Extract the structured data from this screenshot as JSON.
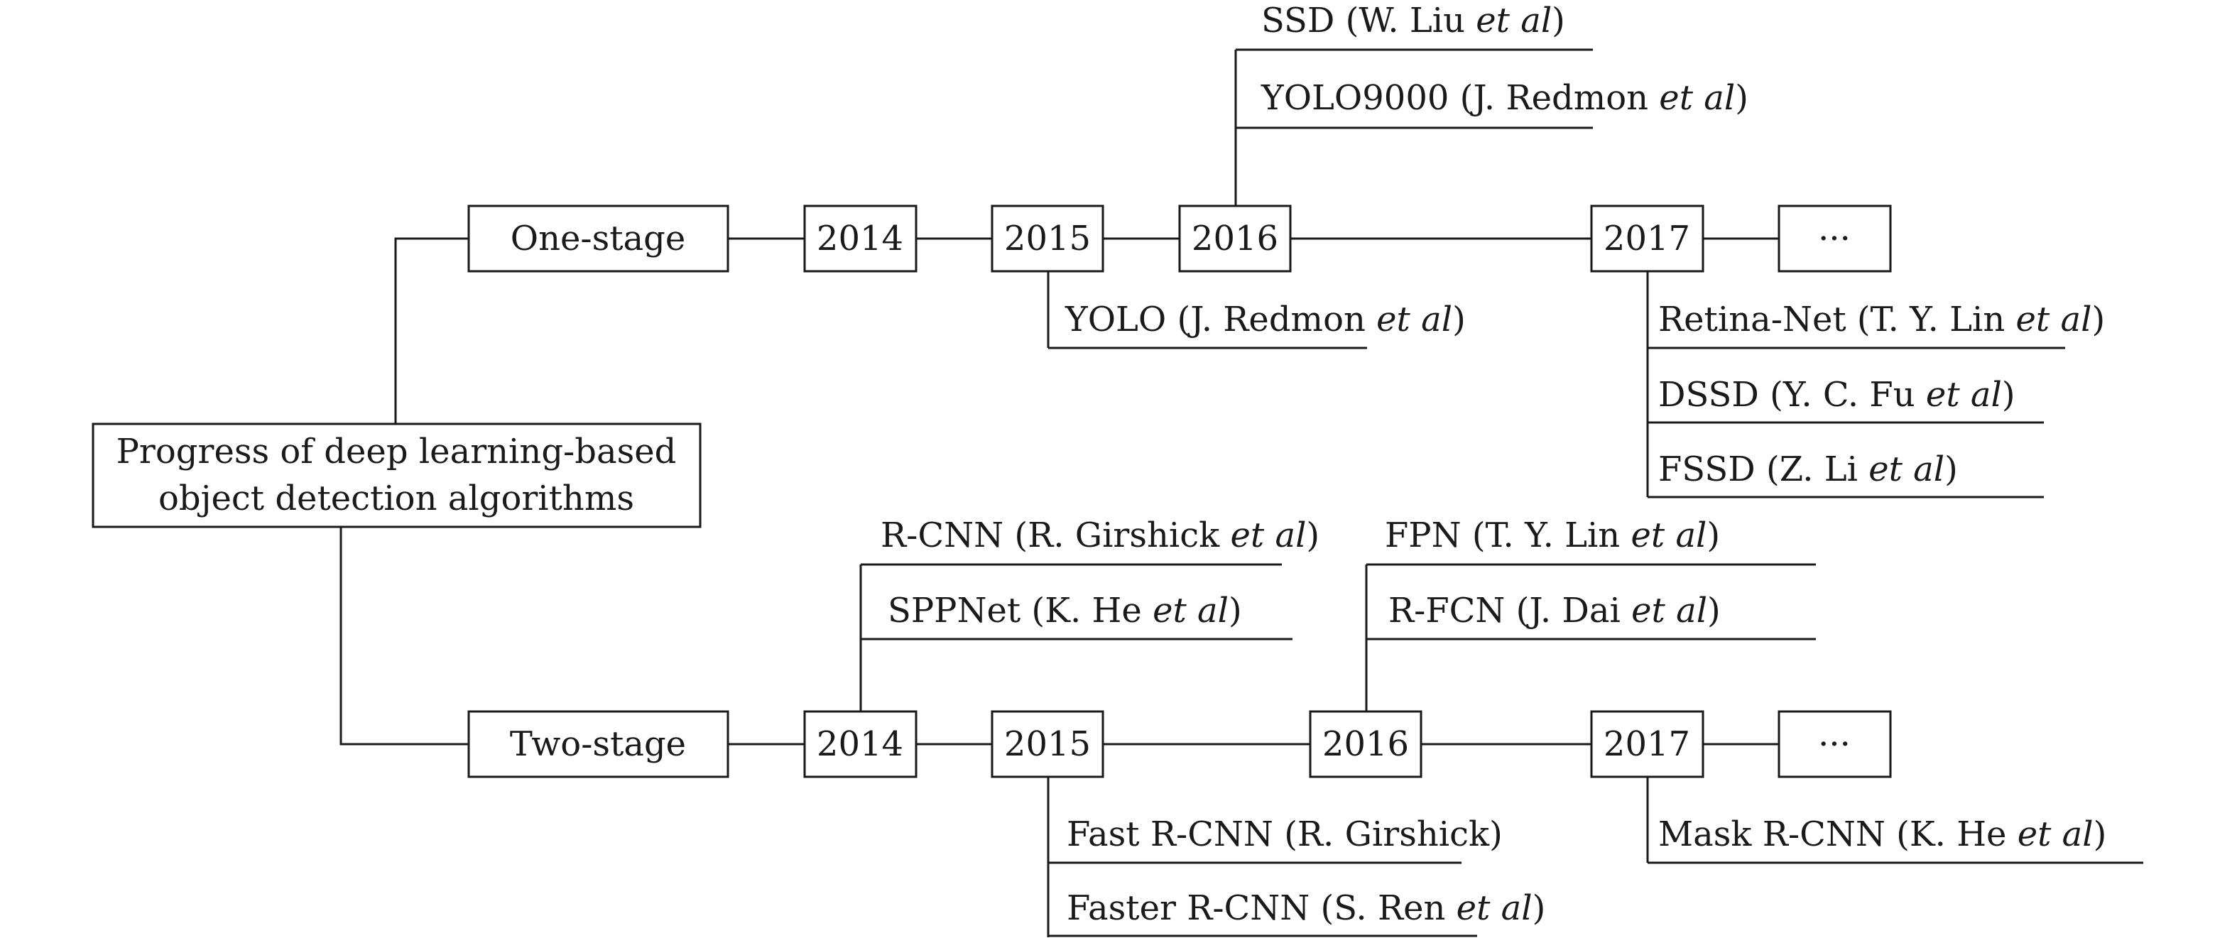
{
  "root": {
    "line1": "Progress of deep learning-based",
    "line2": "object detection algorithms"
  },
  "one_stage": {
    "label": "One-stage",
    "years": [
      "2014",
      "2015",
      "2016",
      "2017",
      "···"
    ],
    "y2015_papers": [
      {
        "name": "YOLO (J. Redmon ",
        "etal": "et al",
        "close": ")"
      }
    ],
    "y2016_papers": [
      {
        "name": "SSD (W. Liu ",
        "etal": "et al",
        "close": ")"
      },
      {
        "name": "YOLO9000 (J. Redmon ",
        "etal": "et al",
        "close": ")"
      }
    ],
    "y2017_papers": [
      {
        "name": "Retina-Net (T. Y. Lin ",
        "etal": "et al",
        "close": ")"
      },
      {
        "name": "DSSD (Y. C. Fu ",
        "etal": "et al",
        "close": ")"
      },
      {
        "name": "FSSD (Z. Li  ",
        "etal": "et al",
        "close": ")"
      }
    ]
  },
  "two_stage": {
    "label": "Two-stage",
    "years": [
      "2014",
      "2015",
      "2016",
      "2017",
      "···"
    ],
    "y2014_papers": [
      {
        "name": "R-CNN (R. Girshick ",
        "etal": "et al",
        "close": ")"
      },
      {
        "name": "SPPNet (K. He ",
        "etal": "et al",
        "close": ")"
      }
    ],
    "y2015_papers": [
      {
        "name": "Fast R-CNN (R. Girshick)",
        "etal": "",
        "close": ""
      },
      {
        "name": "Faster R-CNN (S. Ren ",
        "etal": "et al",
        "close": ")"
      }
    ],
    "y2016_papers": [
      {
        "name": "FPN (T. Y. Lin ",
        "etal": "et al",
        "close": ")"
      },
      {
        "name": "R-FCN (J. Dai  ",
        "etal": "et al",
        "close": ")"
      }
    ],
    "y2017_papers": [
      {
        "name": "Mask R-CNN (K. He ",
        "etal": "et al",
        "close": ")"
      }
    ]
  }
}
